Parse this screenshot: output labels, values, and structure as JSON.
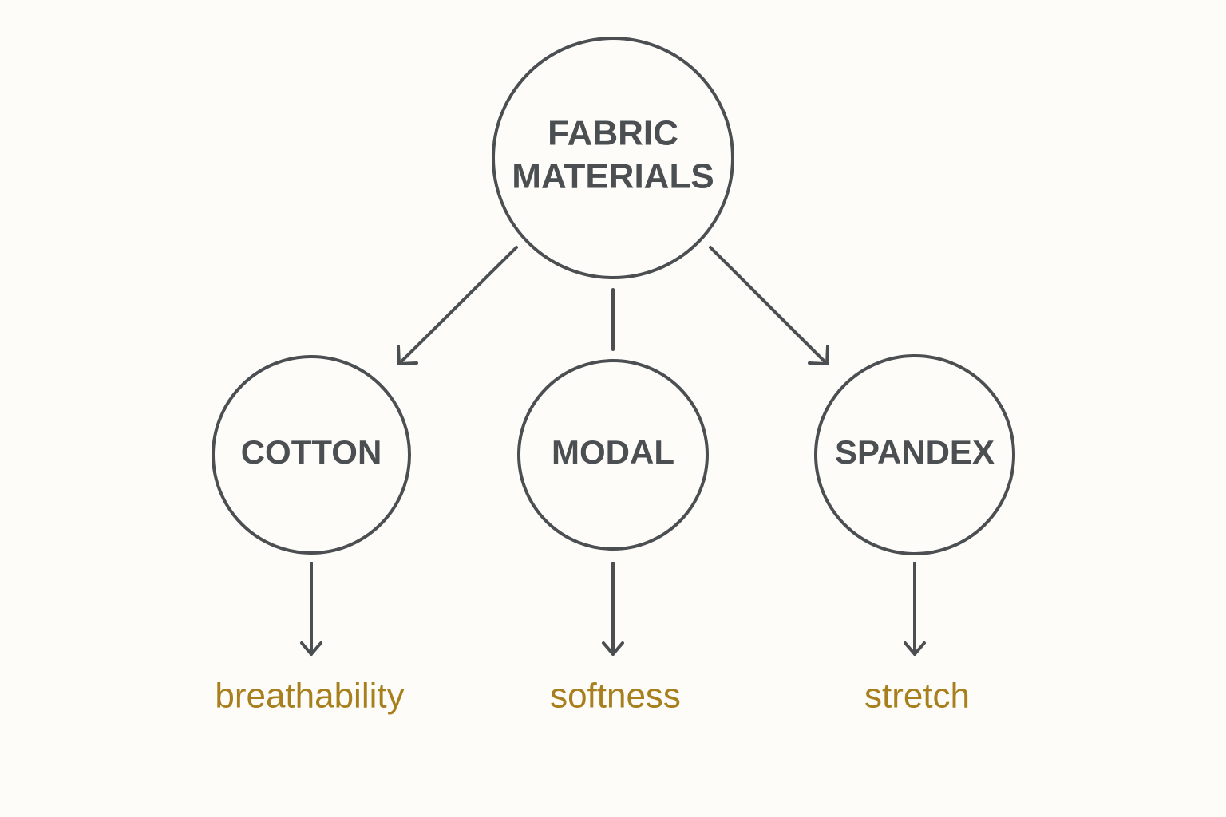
{
  "colors": {
    "background": "#fdfcf8",
    "stroke": "#4b4f52",
    "node_text": "#4b4f52",
    "property_text": "#a77f1d"
  },
  "root": {
    "label_line1": "FABRIC",
    "label_line2": "MATERIALS"
  },
  "materials": [
    {
      "label": "COTTON",
      "property": "breathability"
    },
    {
      "label": "MODAL",
      "property": "softness"
    },
    {
      "label": "SPANDEX",
      "property": "stretch"
    }
  ]
}
